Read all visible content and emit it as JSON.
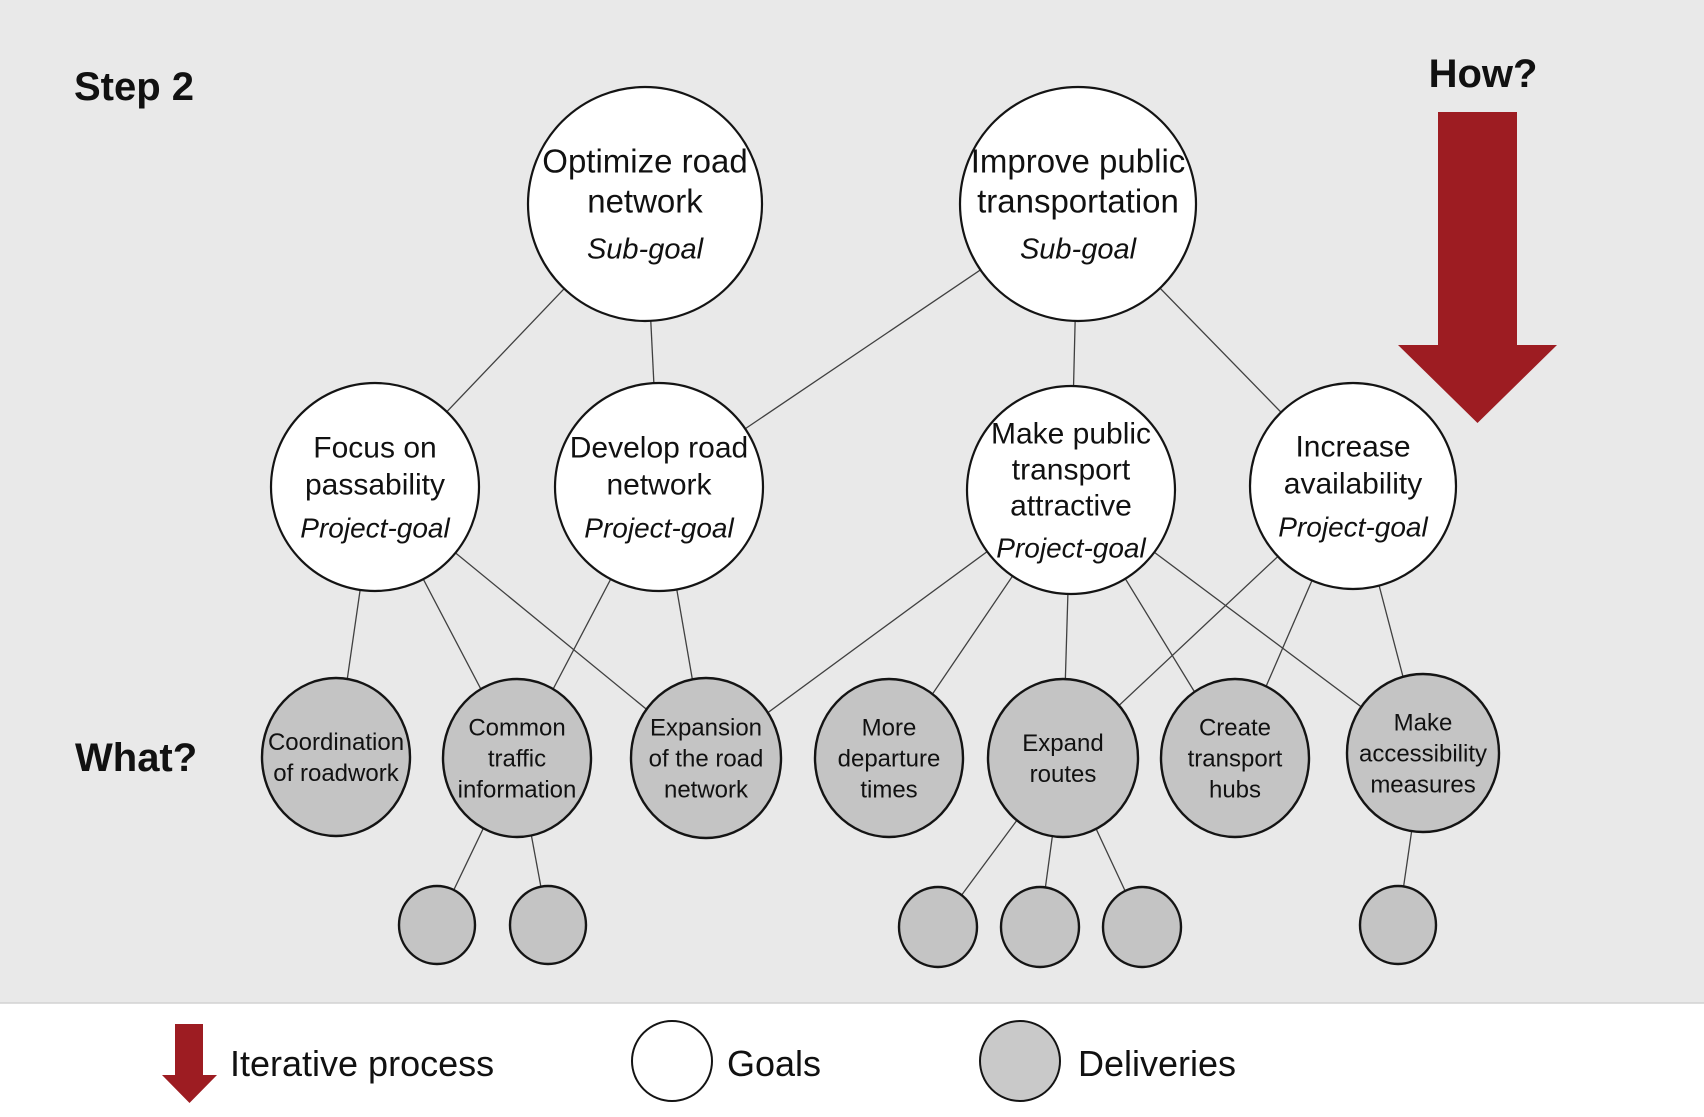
{
  "labels": {
    "step": "Step 2",
    "how": "How?",
    "what": "What?"
  },
  "legend": {
    "iterative": "Iterative process",
    "goals": "Goals",
    "deliveries": "Deliveries"
  },
  "colors": {
    "accent_red": "#9d1c22",
    "goal_fill": "#ffffff",
    "delivery_fill": "#c4c4c4",
    "background_gray": "#e9e9e9",
    "edge_line": "#404040",
    "stroke": "#141414"
  },
  "nodes": [
    {
      "id": "optimize",
      "kind": "goal",
      "level": "sub-goal",
      "label_lines": [
        "Optimize road",
        "network"
      ],
      "sublabel": "Sub-goal"
    },
    {
      "id": "improve",
      "kind": "goal",
      "level": "sub-goal",
      "label_lines": [
        "Improve public",
        "transportation"
      ],
      "sublabel": "Sub-goal"
    },
    {
      "id": "focus",
      "kind": "goal",
      "level": "project-goal",
      "label_lines": [
        "Focus on",
        "passability"
      ],
      "sublabel": "Project-goal"
    },
    {
      "id": "develop",
      "kind": "goal",
      "level": "project-goal",
      "label_lines": [
        "Develop road",
        "network"
      ],
      "sublabel": "Project-goal"
    },
    {
      "id": "make-public",
      "kind": "goal",
      "level": "project-goal",
      "label_lines": [
        "Make public",
        "transport",
        "attractive"
      ],
      "sublabel": "Project-goal"
    },
    {
      "id": "increase",
      "kind": "goal",
      "level": "project-goal",
      "label_lines": [
        "Increase",
        "availability"
      ],
      "sublabel": "Project-goal"
    },
    {
      "id": "coordination",
      "kind": "delivery",
      "label_lines": [
        "Coordination",
        "of roadwork"
      ]
    },
    {
      "id": "common",
      "kind": "delivery",
      "label_lines": [
        "Common",
        "traffic",
        "information"
      ]
    },
    {
      "id": "expansion",
      "kind": "delivery",
      "label_lines": [
        "Expansion",
        "of the road",
        "network"
      ]
    },
    {
      "id": "more",
      "kind": "delivery",
      "label_lines": [
        "More",
        "departure",
        "times"
      ]
    },
    {
      "id": "expand",
      "kind": "delivery",
      "label_lines": [
        "Expand",
        "routes"
      ]
    },
    {
      "id": "hubs",
      "kind": "delivery",
      "label_lines": [
        "Create",
        "transport",
        "hubs"
      ]
    },
    {
      "id": "accessibility",
      "kind": "delivery",
      "label_lines": [
        "Make",
        "accessibility",
        "measures"
      ]
    },
    {
      "id": "d1",
      "kind": "delivery-small",
      "label_lines": []
    },
    {
      "id": "d2",
      "kind": "delivery-small",
      "label_lines": []
    },
    {
      "id": "d3",
      "kind": "delivery-small",
      "label_lines": []
    },
    {
      "id": "d4",
      "kind": "delivery-small",
      "label_lines": []
    },
    {
      "id": "d5",
      "kind": "delivery-small",
      "label_lines": []
    },
    {
      "id": "d6",
      "kind": "delivery-small",
      "label_lines": []
    }
  ],
  "edges": [
    [
      "optimize",
      "focus"
    ],
    [
      "optimize",
      "develop"
    ],
    [
      "improve",
      "develop"
    ],
    [
      "improve",
      "make-public"
    ],
    [
      "improve",
      "increase"
    ],
    [
      "focus",
      "coordination"
    ],
    [
      "focus",
      "common"
    ],
    [
      "focus",
      "expansion"
    ],
    [
      "develop",
      "common"
    ],
    [
      "develop",
      "expansion"
    ],
    [
      "make-public",
      "more"
    ],
    [
      "make-public",
      "expansion"
    ],
    [
      "make-public",
      "expand"
    ],
    [
      "make-public",
      "hubs"
    ],
    [
      "make-public",
      "accessibility"
    ],
    [
      "increase",
      "expand"
    ],
    [
      "increase",
      "hubs"
    ],
    [
      "increase",
      "accessibility"
    ],
    [
      "common",
      "d1"
    ],
    [
      "common",
      "d2"
    ],
    [
      "expand",
      "d3"
    ],
    [
      "expand",
      "d4"
    ],
    [
      "expand",
      "d5"
    ],
    [
      "accessibility",
      "d6"
    ]
  ]
}
